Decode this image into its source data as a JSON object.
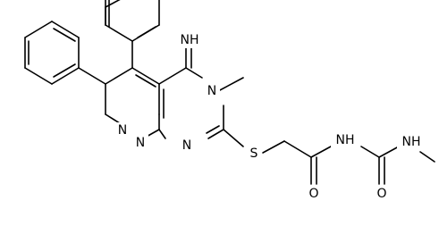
{
  "structure": {
    "atom_labels": {
      "imine": "NH",
      "ring_n_methyl": "N",
      "pyridazine_n_upper": "N",
      "pyridazine_n_lower": "N",
      "pyrimidine_n_bottom": "N",
      "sulfur": "S",
      "carbonyl_o_1": "O",
      "amide_nh": "NH",
      "carbonyl_o_2": "O",
      "terminal_nh": "NH"
    }
  }
}
